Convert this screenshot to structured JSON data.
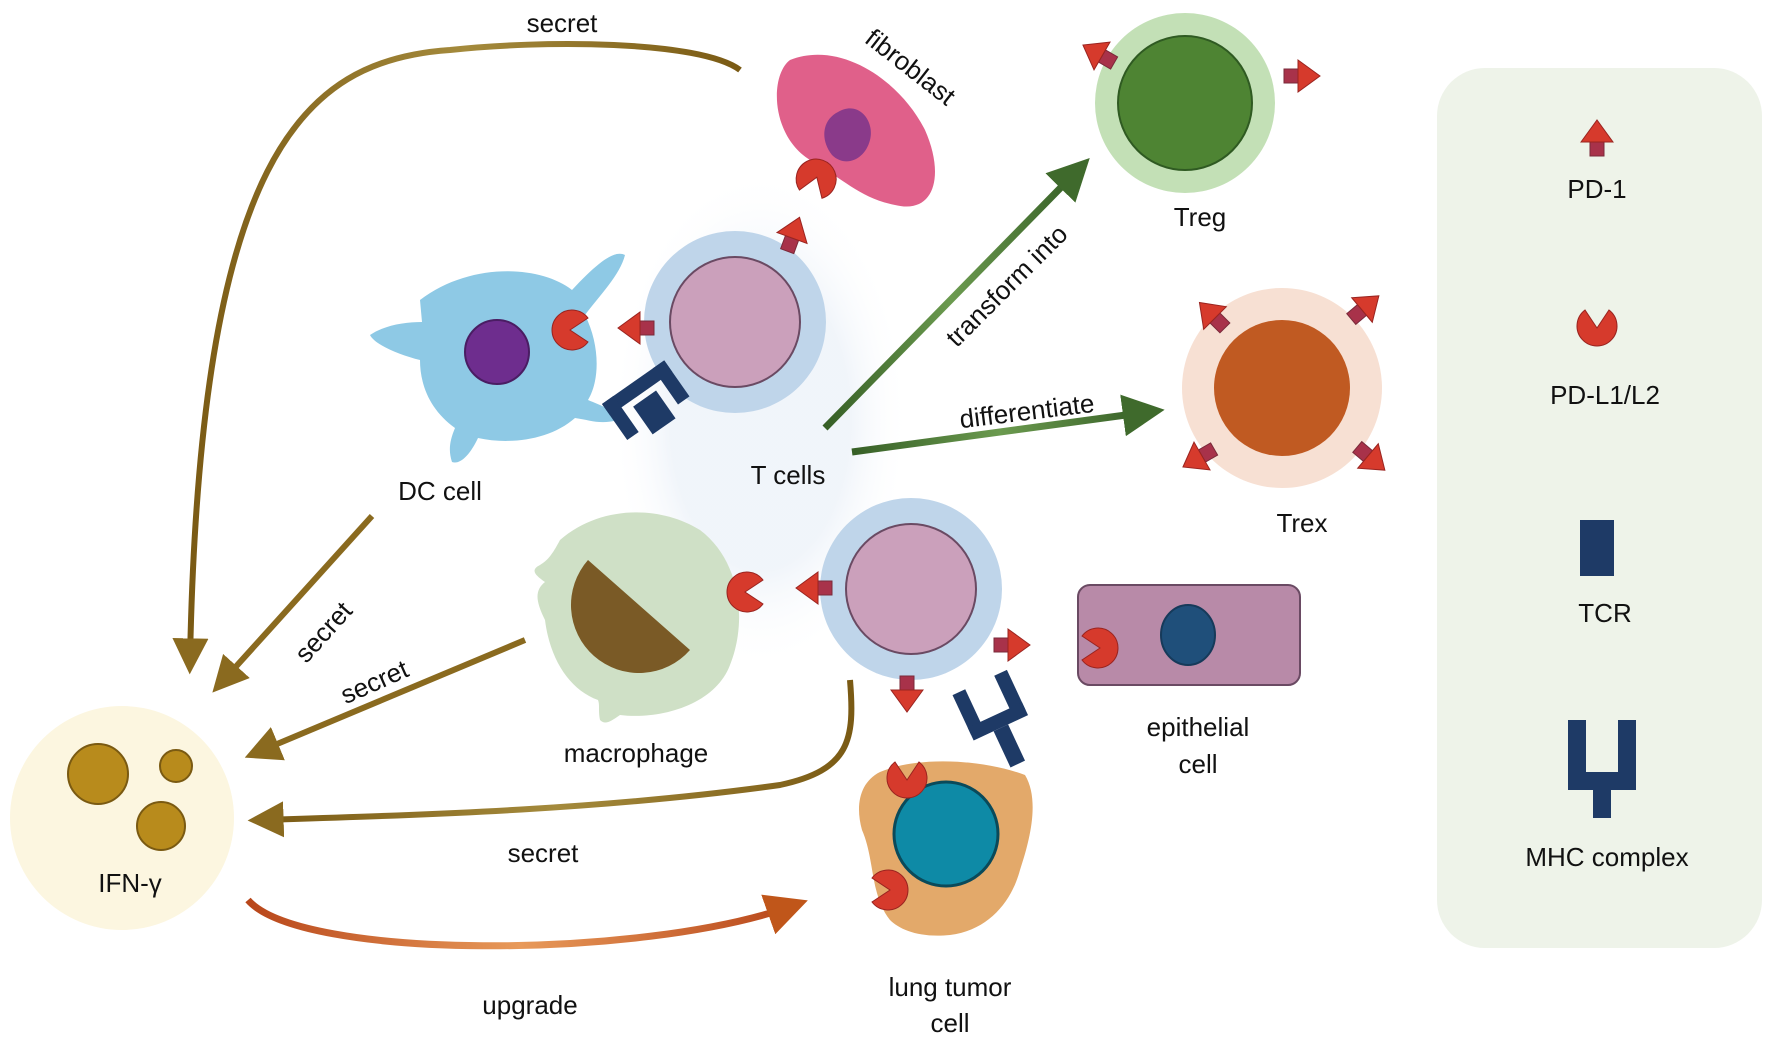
{
  "cells": {
    "fibroblast": "fibroblast",
    "treg": "Treg",
    "trex": "Trex",
    "dc_cell": "DC cell",
    "t_cells": "T cells",
    "macrophage": "macrophage",
    "epithelial_line1": "epithelial",
    "epithelial_line2": "cell",
    "ifn": "IFN-γ",
    "lung_tumor_line1": "lung tumor",
    "lung_tumor_line2": "cell"
  },
  "arrows": {
    "secret_top": "secret",
    "transform_into": "transform into",
    "differentiate": "differentiate",
    "secret_dc": "secret",
    "secret_macrophage": "secret",
    "secret_bottom": "secret",
    "upgrade": "upgrade"
  },
  "legend": {
    "pd1": "PD-1",
    "pdl": "PD-L1/L2",
    "tcr": "TCR",
    "mhc": "MHC complex"
  },
  "colors": {
    "secret_arrow": "#8a6a1f",
    "transform_arrow": "#3f6a2c",
    "upgrade_arrow": "#c0561a",
    "receptor_red": "#d63a2c",
    "tcr_navy": "#1e3a66",
    "legend_bg": "#eef3e9"
  }
}
